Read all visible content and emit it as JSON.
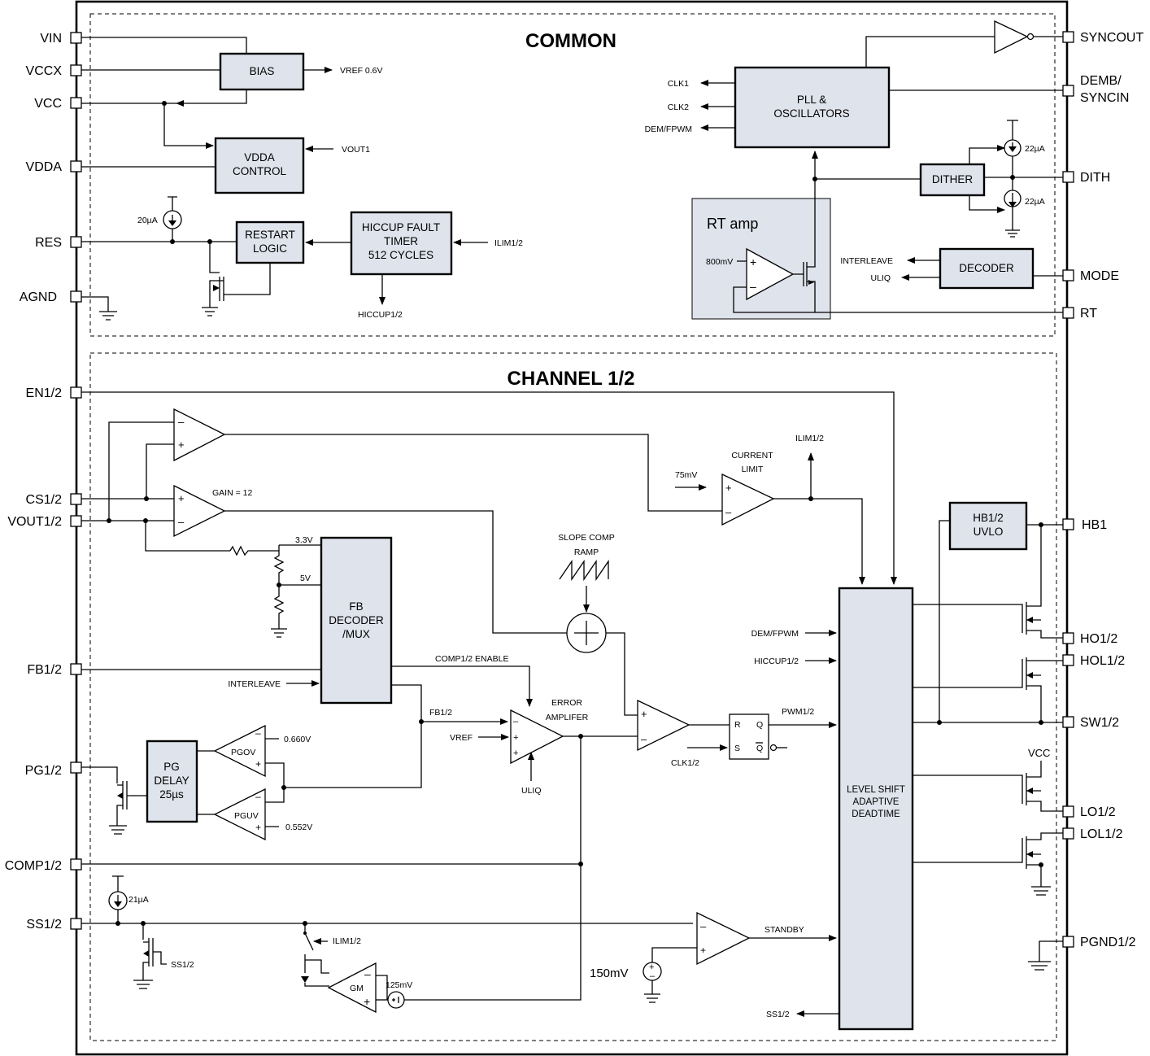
{
  "sections": {
    "common": "COMMON",
    "channel": "CHANNEL 1/2"
  },
  "pins_left": [
    "VIN",
    "VCCX",
    "VCC",
    "VDDA",
    "RES",
    "AGND",
    "EN1/2",
    "CS1/2",
    "VOUT1/2",
    "FB1/2",
    "PG1/2",
    "COMP1/2",
    "SS1/2"
  ],
  "pins_right": [
    "SYNCOUT",
    "DEMB/",
    "SYNCIN",
    "DITH",
    "MODE",
    "RT",
    "HB1",
    "HO1/2",
    "HOL1/2",
    "SW1/2",
    "LO1/2",
    "LOL1/2",
    "PGND1/2"
  ],
  "blocks": {
    "bias": "BIAS",
    "vdda": [
      "VDDA",
      "CONTROL"
    ],
    "restart": [
      "RESTART",
      "LOGIC"
    ],
    "hiccup": [
      "HICCUP FAULT",
      "TIMER",
      "512 CYCLES"
    ],
    "pll": [
      "PLL &",
      "OSCILLATORS"
    ],
    "dither": "DITHER",
    "decoder": "DECODER",
    "rtamp": "RT amp",
    "fb": [
      "FB",
      "DECODER",
      "/MUX"
    ],
    "hb": [
      "HB1/2",
      "UVLO"
    ],
    "pg": [
      "PG",
      "DELAY",
      "25µs"
    ],
    "ls": [
      "LEVEL SHIFT",
      "ADAPTIVE",
      "DEADTIME"
    ]
  },
  "signals": {
    "vref06": "VREF 0.6V",
    "vout1": "VOUT1",
    "i20": "20µA",
    "ilim": "ILIM1/2",
    "hiccup": "HICCUP1/2",
    "clk1": "CLK1",
    "clk2": "CLK2",
    "demfpwm": "DEM/FPWM",
    "i22a": "22µA",
    "i22b": "22µA",
    "mv800": "800mV",
    "interleave": "INTERLEAVE",
    "uliq": "ULIQ",
    "gain": "GAIN = 12",
    "v33": "3.3V",
    "v5": "5V",
    "curlim1": "CURRENT",
    "curlim2": "LIMIT",
    "mv75": "75mV",
    "ilim_top": "ILIM1/2",
    "slope1": "SLOPE COMP",
    "slope2": "RAMP",
    "comp_en": "COMP1/2 ENABLE",
    "interleave2": "INTERLEAVE",
    "fb12": "FB1/2",
    "err1": "ERROR",
    "err2": "AMPLIFER",
    "vref": "VREF",
    "uliq2": "ULIQ",
    "pwm": "PWM1/2",
    "clk12": "CLK1/2",
    "dem2": "DEM/FPWM",
    "hic2": "HICCUP1/2",
    "pgov": "PGOV",
    "pguv": "PGUV",
    "v660": "0.660V",
    "v552": "0.552V",
    "i21": "21µA",
    "ss12a": "SS1/2",
    "ilim3": "ILIM1/2",
    "gm": "GM",
    "mv125": "125mV",
    "standby": "STANDBY",
    "mv150": "150mV",
    "ss12b": "SS1/2",
    "vcc": "VCC",
    "r": "R",
    "s": "S",
    "q": "Q",
    "qb": "Q"
  }
}
